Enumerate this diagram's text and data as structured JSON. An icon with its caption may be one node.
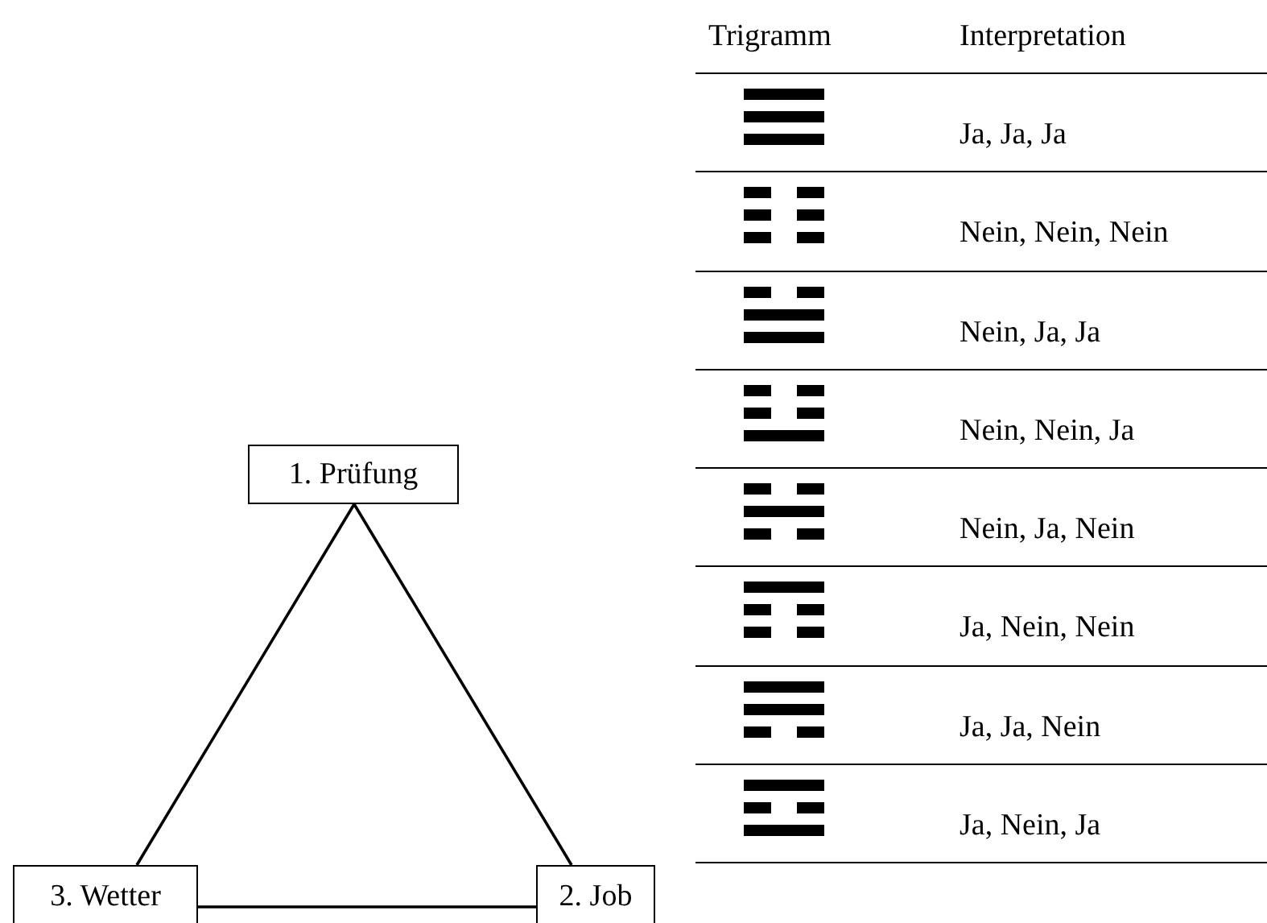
{
  "diagram": {
    "nodes": [
      {
        "text": [
          "1. Prüfung"
        ]
      },
      {
        "text": [
          "2. Job"
        ]
      },
      {
        "text": [
          "3. Wetter"
        ]
      }
    ],
    "edges": [
      {
        "from": 0,
        "to": 1,
        "arrow": "none"
      },
      {
        "from": 1,
        "to": 2,
        "arrow": "none"
      },
      {
        "from": 2,
        "to": 0,
        "arrow": "none"
      }
    ],
    "labels": [
      "Trigramm",
      "Interpretation",
      "Ja, Ja, Ja",
      "Nein, Nein, Nein",
      "Nein, Ja, Ja",
      "Nein, Nein, Ja",
      "Nein, Ja, Nein",
      "Ja, Nein, Nein",
      "Ja, Ja, Nein",
      "Ja, Nein, Ja"
    ]
  }
}
